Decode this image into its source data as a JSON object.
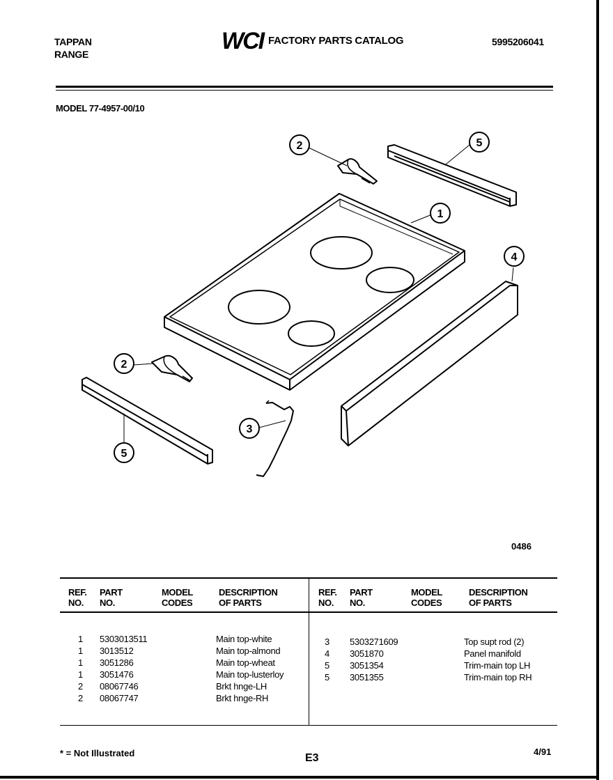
{
  "header": {
    "brand_line1": "TAPPAN",
    "brand_line2": "RANGE",
    "logo_text": "WCI",
    "catalog_title": "FACTORY PARTS CATALOG",
    "catalog_number": "5995206041"
  },
  "model_label": "MODEL 77-4957-00/10",
  "diagram": {
    "callouts": [
      "1",
      "2",
      "2",
      "3",
      "4",
      "5",
      "5"
    ],
    "figure_code": "0486"
  },
  "table": {
    "headers": {
      "ref_line1": "REF.",
      "ref_line2": "NO.",
      "part_line1": "PART",
      "part_line2": "NO.",
      "model_line1": "MODEL",
      "model_line2": "CODES",
      "desc_line1": "DESCRIPTION",
      "desc_line2": "OF PARTS"
    },
    "left_rows": [
      {
        "ref": "1",
        "part": "5303013511",
        "model": "",
        "desc": "Main top-white"
      },
      {
        "ref": "1",
        "part": "3013512",
        "model": "",
        "desc": "Main top-almond"
      },
      {
        "ref": "1",
        "part": "3051286",
        "model": "",
        "desc": "Main top-wheat"
      },
      {
        "ref": "1",
        "part": "3051476",
        "model": "",
        "desc": "Main top-lusterloy"
      },
      {
        "ref": "2",
        "part": "08067746",
        "model": "",
        "desc": "Brkt hnge-LH"
      },
      {
        "ref": "2",
        "part": "08067747",
        "model": "",
        "desc": "Brkt hnge-RH"
      }
    ],
    "right_rows": [
      {
        "ref": "3",
        "part": "5303271609",
        "model": "",
        "desc": "Top supt rod (2)"
      },
      {
        "ref": "4",
        "part": "3051870",
        "model": "",
        "desc": "Panel manifold"
      },
      {
        "ref": "5",
        "part": "3051354",
        "model": "",
        "desc": "Trim-main top LH"
      },
      {
        "ref": "5",
        "part": "3051355",
        "model": "",
        "desc": "Trim-main top RH"
      }
    ]
  },
  "footer": {
    "note": "* = Not Illustrated",
    "page_code": "E3",
    "date": "4/91"
  }
}
